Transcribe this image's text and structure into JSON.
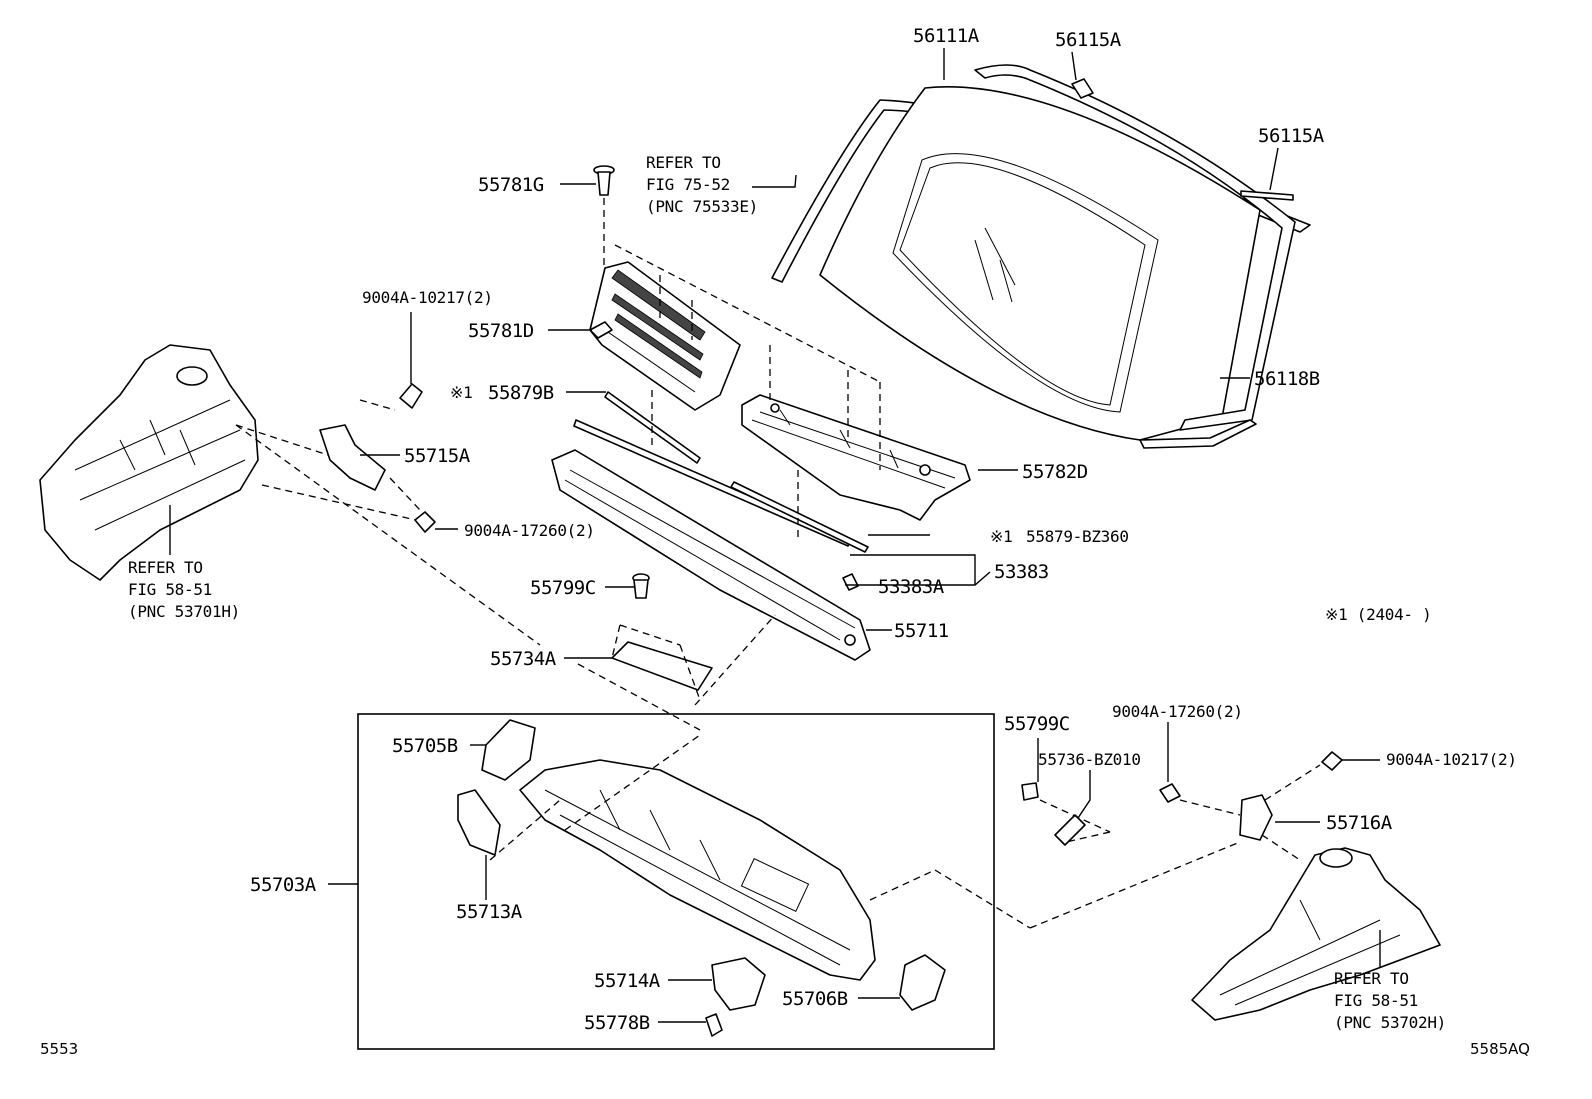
{
  "labels": {
    "p56111A": "56111A",
    "p56115A_top": "56115A",
    "p56115A_right": "56115A",
    "p55781G": "55781G",
    "refer_glass": [
      "REFER TO",
      "FIG 75-52",
      "(PNC 75533E)"
    ],
    "p9004A_10217_left": "9004A-10217(2)",
    "p55781D": "55781D",
    "note_mark_1": "※1",
    "p55879B": "55879B",
    "p56118B": "56118B",
    "p55715A": "55715A",
    "p55782D": "55782D",
    "p9004A_17260_left": "9004A-17260(2)",
    "note_mark_2": "※1",
    "p55879_BZ360": "55879-BZ360",
    "refer_left": [
      "REFER TO",
      "FIG 58-51",
      "(PNC 53701H)"
    ],
    "p53383": "53383",
    "p53383A": "53383A",
    "p55799C_upper": "55799C",
    "p55711": "55711",
    "footnote": "※1 (2404-      )",
    "p55734A": "55734A",
    "p55799C_lower": "55799C",
    "p9004A_17260_right": "9004A-17260(2)",
    "p55705B": "55705B",
    "p55736_BZ010": "55736-BZ010",
    "p9004A_10217_right": "9004A-10217(2)",
    "p55716A": "55716A",
    "p55703A": "55703A",
    "p55713A": "55713A",
    "refer_right": [
      "REFER TO",
      "FIG 58-51",
      "(PNC 53702H)"
    ],
    "p55714A": "55714A",
    "p55706B": "55706B",
    "p55778B": "55778B",
    "page_left": "5553",
    "page_right": "5585AQ"
  }
}
